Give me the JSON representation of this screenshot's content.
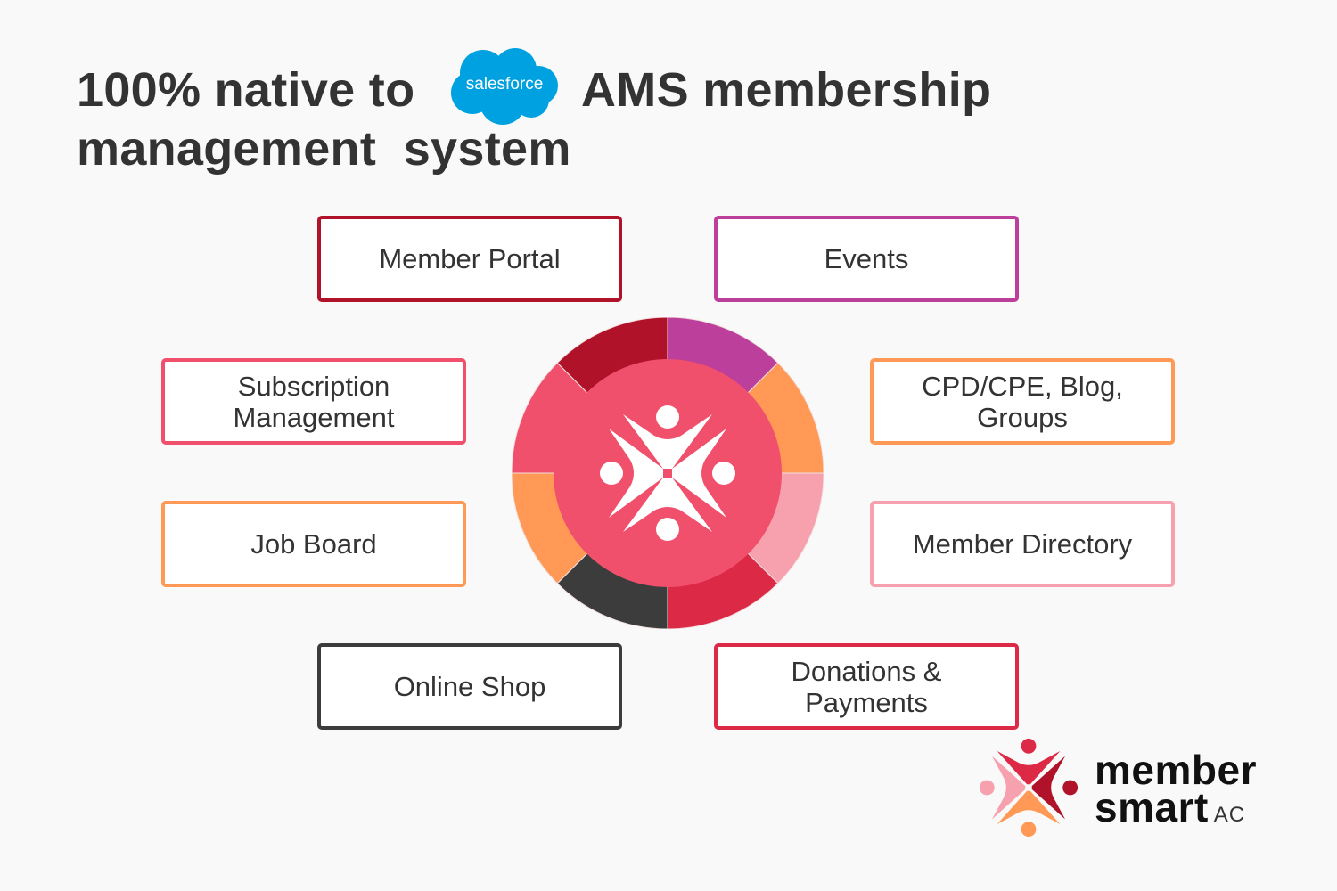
{
  "title": {
    "line1_before": "100% native to",
    "salesforce_logo_text": "salesforce",
    "line1_after": "AMS membership",
    "line2": "management  system"
  },
  "features": [
    {
      "label": "Member Portal",
      "color": "#B01229"
    },
    {
      "label": "Events",
      "color": "#BC3F9C"
    },
    {
      "label": "Subscription Management",
      "color": "#F0506B"
    },
    {
      "label": "CPD/CPE, Blog, Groups",
      "color": "#FF9955"
    },
    {
      "label": "Job Board",
      "color": "#FF9955"
    },
    {
      "label": "Member Directory",
      "color": "#F7A0AE"
    },
    {
      "label": "Online Shop",
      "color": "#3C3C3C"
    },
    {
      "label": "Donations & Payments",
      "color": "#DC2A46"
    }
  ],
  "ring_segments": [
    "#BC3F9C",
    "#FF9955",
    "#F7A0AE",
    "#DC2A46",
    "#3C3C3C",
    "#FF9955",
    "#F0506B",
    "#B01229"
  ],
  "center_color": "#F0506B",
  "brand": {
    "line1": "member",
    "line2": "smart",
    "suffix": "AC"
  }
}
